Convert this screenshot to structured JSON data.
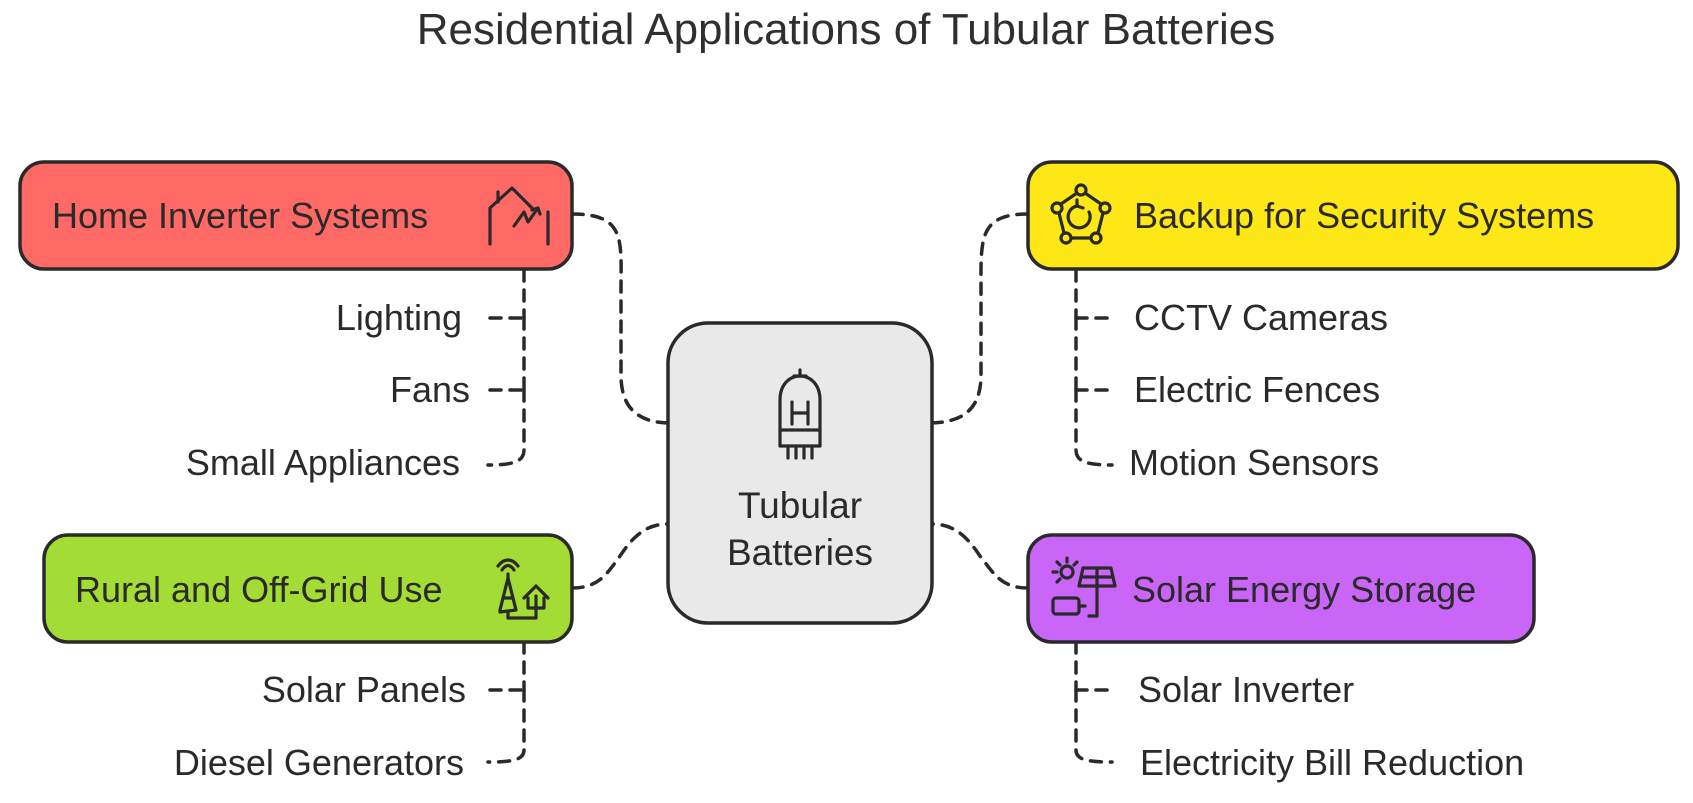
{
  "title": "Residential Applications of Tubular Batteries",
  "center": {
    "line1": "Tubular",
    "line2": "Batteries",
    "icon": "vacuum-tube-icon",
    "color": "#e9e9e9"
  },
  "branches": {
    "home_inverter": {
      "label": "Home Inverter Systems",
      "icon": "house-power-icon",
      "color": "#ff6a66",
      "items": [
        "Lighting",
        "Fans",
        "Small Appliances"
      ]
    },
    "rural": {
      "label": "Rural and Off-Grid Use",
      "icon": "tower-house-icon",
      "color": "#a4dc36",
      "items": [
        "Solar Panels",
        "Diesel Generators"
      ]
    },
    "security": {
      "label": "Backup for Security Systems",
      "icon": "security-network-icon",
      "color": "#fde717",
      "items": [
        "CCTV Cameras",
        "Electric Fences",
        "Motion Sensors"
      ]
    },
    "solar": {
      "label": "Solar Energy Storage",
      "icon": "solar-storage-icon",
      "color": "#c966f7",
      "items": [
        "Solar Inverter",
        "Electricity Bill Reduction"
      ]
    }
  }
}
